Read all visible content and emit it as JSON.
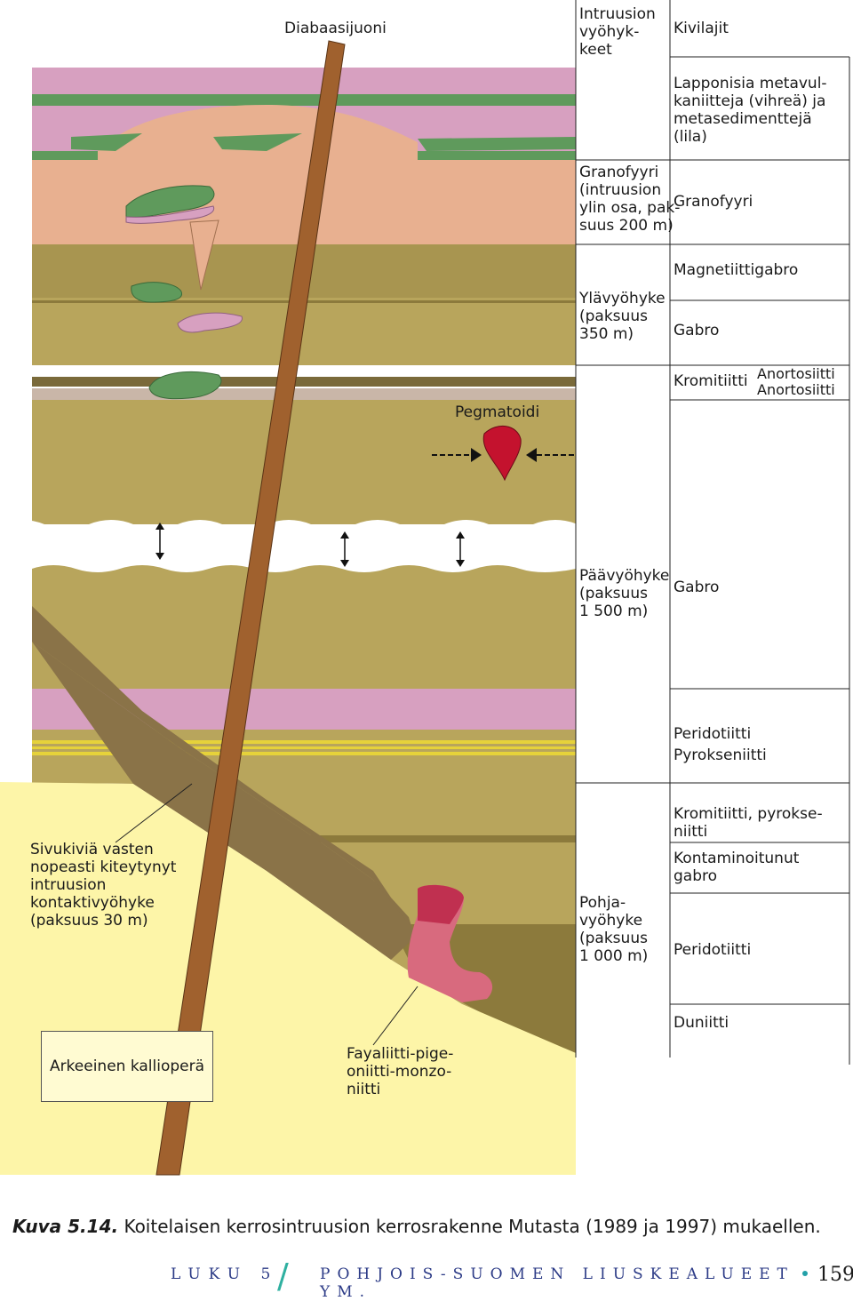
{
  "headers": {
    "dike": "Diabaasijuoni",
    "zones": "Intruusion\nvyöhyk-\nkeet",
    "rocks": "Kivilajit"
  },
  "zones": {
    "granophyre": "Granofyyri\n(intruusion\nylin osa, pak-\nsuus 200 m)",
    "upper": "Ylävyöhyke\n(paksuus\n350 m)",
    "main": "Päävyöhyke\n(paksuus\n1 500 m)",
    "basal": "Pohja-\nvyöhyke\n(paksuus\n1 000 m)"
  },
  "rocks": {
    "lapponia": "Lapponisia metavul-\nkaniitteja (vihreä) ja\nmetasedimenttejä\n(lila)",
    "granophyre": "Granofyyri",
    "magnetite_gabbro": "Magnetiittigabro",
    "gabbro_upper": "Gabro",
    "chromitite_upper": "Kromitiitti",
    "anorthosite_1": "Anortosiitti",
    "anorthosite_2": "Anortosiitti",
    "gabbro_main": "Gabro",
    "peridotite_upper": "Peridotiitti",
    "pyroxenite": "Pyrokseniitti",
    "chromitite_pyroxenite": "Kromitiitti, pyrokse-\nniitti",
    "contaminated_gabbro": "Kontaminoitunut\ngabro",
    "peridotite_lower": "Peridotiitti",
    "dunite": "Duniitti"
  },
  "labels": {
    "pegmatoid": "Pegmatoidi",
    "contact_zone": "Sivukiviä vasten\nnopeasti kiteytynyt\nintruusion\nkontaktivyöhyke\n(paksuus 30 m)",
    "archean": "Arkeeinen kallioperä",
    "fayalite": "Fayaliitti-pige-\noniitti-monzo-\nniitti"
  },
  "caption": {
    "number": "Kuva 5.14.",
    "text": " Koitelaisen kerrosintruusion kerrosrakenne Mutasta (1989 ja 1997) mukaellen."
  },
  "footer": {
    "chapter": "LUKU 5",
    "book": "POHJOIS-SUOMEN LIUSKEALUEET YM.",
    "page": "159"
  },
  "colors": {
    "lila": "#d7a0c0",
    "green": "#5f9a5c",
    "granophyre": "#e8b090",
    "olive": "#b8a55c",
    "olive_dark": "#8c7a3c",
    "dike": "#a0612e",
    "contact": "#8a7348",
    "archean": "#fdf5a8",
    "pegmatoid": "#c4122e",
    "chromitite_band": "#7a6a3a",
    "anorthosite_band": "#c9b6a8",
    "yellow_band": "#e6d23a"
  }
}
